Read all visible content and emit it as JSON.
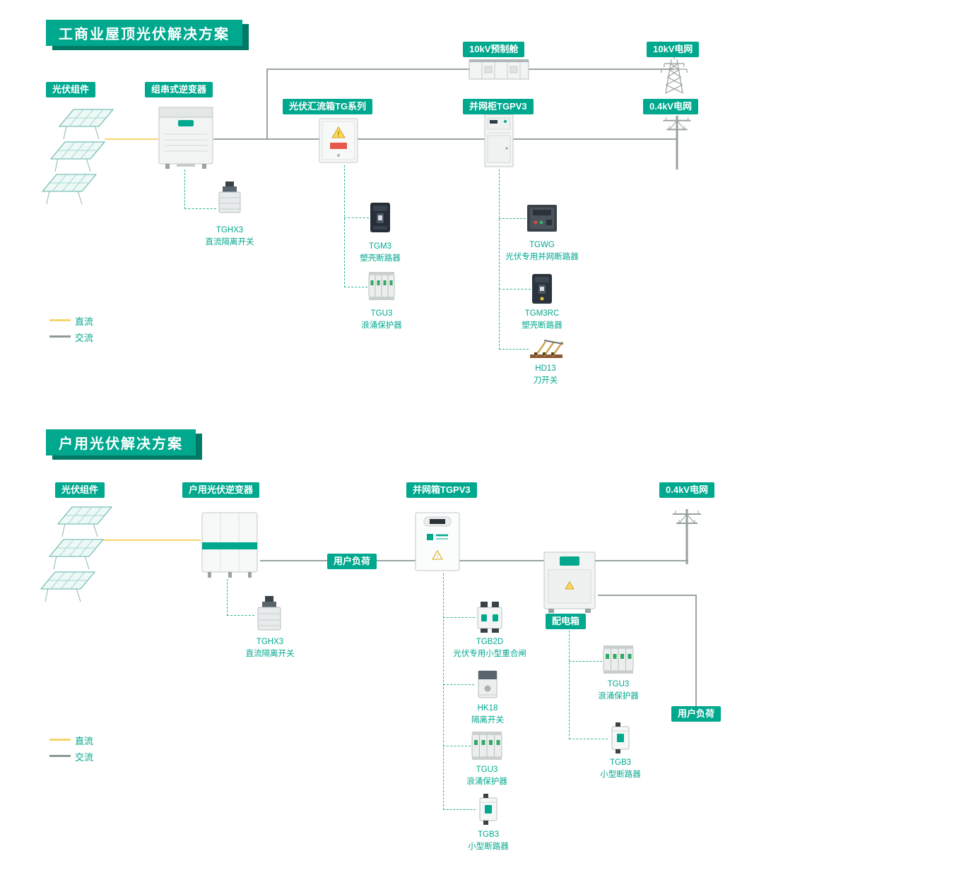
{
  "colors": {
    "accent": "#00a88e",
    "accent_dark": "#007a66",
    "dc_line": "#f7d56e",
    "ac_line": "#9aa3a3"
  },
  "section1": {
    "title": "工商业屋顶光伏解决方案",
    "tags": {
      "pv_modules": "光伏组件",
      "string_inverter": "组串式逆变器",
      "combiner_box": "光伏汇流箱TG系列",
      "prefab_cabin": "10kV预制舱",
      "grid_10kv": "10kV电网",
      "grid_cabinet": "并网柜TGPV3",
      "grid_04kv": "0.4kV电网"
    },
    "components": [
      {
        "model": "TGHX3",
        "desc": "直流隔离开关"
      },
      {
        "model": "TGM3",
        "desc": "塑壳断路器"
      },
      {
        "model": "TGU3",
        "desc": "浪涌保护器"
      },
      {
        "model": "TGWG",
        "desc": "光伏专用并网断路器"
      },
      {
        "model": "TGM3RC",
        "desc": "塑壳断路器"
      },
      {
        "model": "HD13",
        "desc": "刀开关"
      }
    ],
    "legend": {
      "dc": "直流",
      "ac": "交流"
    }
  },
  "section2": {
    "title": "户用光伏解决方案",
    "tags": {
      "pv_modules": "光伏组件",
      "inverter": "户用光伏逆变器",
      "grid_box": "并网箱TGPV3",
      "grid_04kv": "0.4kV电网",
      "user_load_mid": "用户负荷",
      "dist_box": "配电箱",
      "user_load_right": "用户负荷"
    },
    "components": [
      {
        "model": "TGHX3",
        "desc": "直流隔离开关"
      },
      {
        "model": "TGB2D",
        "desc": "光伏专用小型重合闸"
      },
      {
        "model": "HK18",
        "desc": "隔离开关"
      },
      {
        "model": "TGU3",
        "desc": "浪涌保护器"
      },
      {
        "model": "TGB3",
        "desc": "小型断路器"
      },
      {
        "model": "TGU3",
        "desc": "浪涌保护器"
      },
      {
        "model": "TGB3",
        "desc": "小型断路器"
      }
    ],
    "legend": {
      "dc": "直流",
      "ac": "交流"
    }
  }
}
